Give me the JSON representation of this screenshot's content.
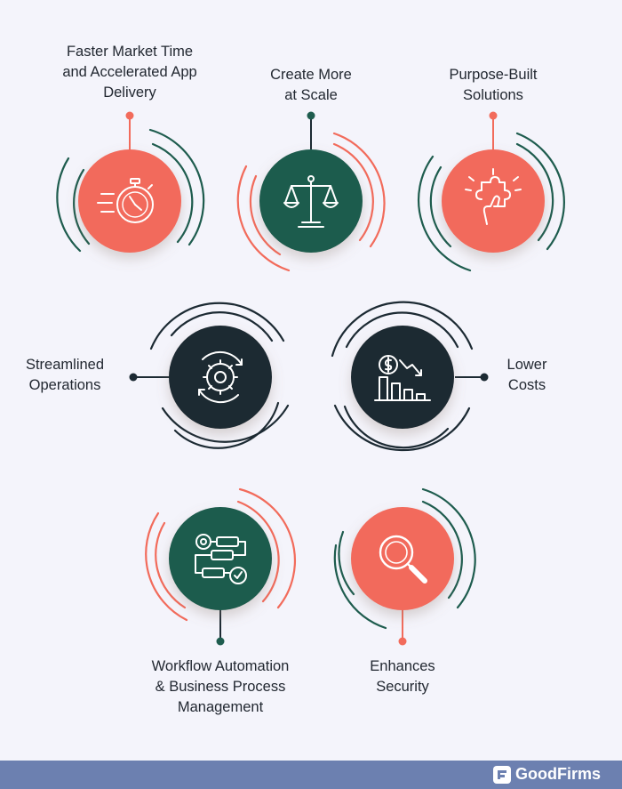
{
  "colors": {
    "background": "#f4f4fb",
    "coral": "#f26b5b",
    "green": "#1e5c4e",
    "navy": "#1c2a33",
    "text": "#222831",
    "footer": "#6c80b0"
  },
  "items": [
    {
      "label": "Faster Market Time\nand Accelerated App\nDelivery",
      "icon": "stopwatch-icon"
    },
    {
      "label": "Create More\nat Scale",
      "icon": "balance-scale-icon"
    },
    {
      "label": "Purpose-Built\nSolutions",
      "icon": "puzzle-hand-icon"
    },
    {
      "label": "Streamlined\nOperations",
      "icon": "gear-cycle-icon"
    },
    {
      "label": "Lower\nCosts",
      "icon": "cost-down-chart-icon"
    },
    {
      "label": "Workflow Automation\n& Business Process\nManagement",
      "icon": "workflow-icon"
    },
    {
      "label": "Enhances\nSecurity",
      "icon": "magnifier-icon"
    }
  ],
  "footer": {
    "brand": "GoodFirms",
    "brand_icon": "goodfirms-logo-icon"
  }
}
